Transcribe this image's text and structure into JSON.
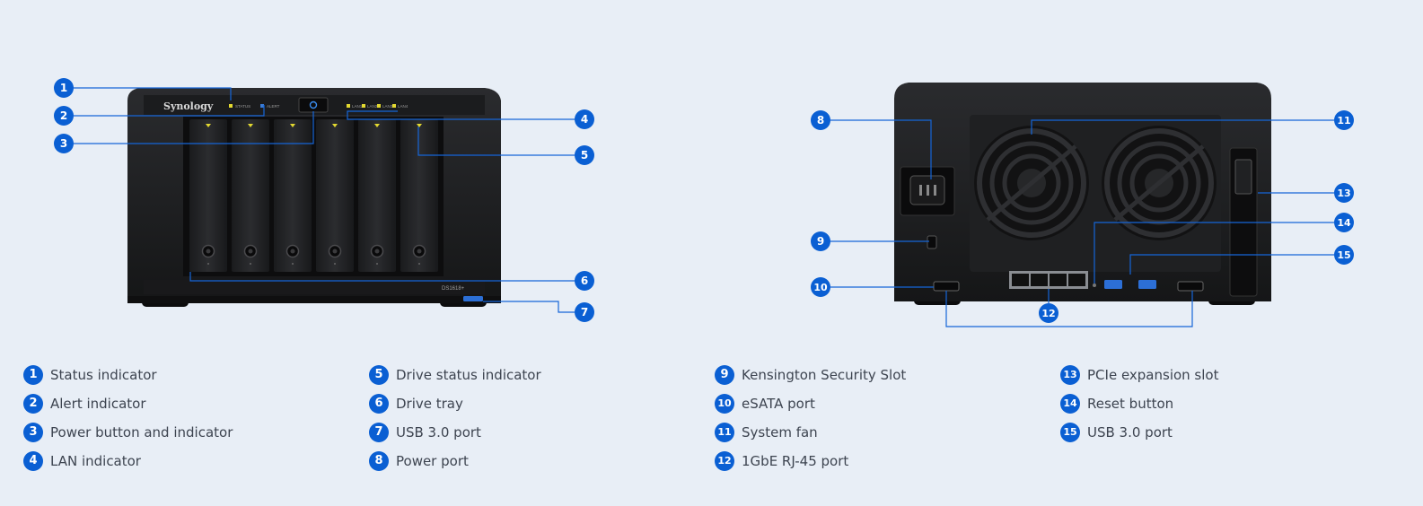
{
  "front": {
    "brand": "Synology",
    "model": "DS1618+",
    "status_led": "STATUS",
    "alert_led": "ALERT",
    "lan_leds": [
      "LAN1",
      "LAN2",
      "LAN3",
      "LAN4"
    ]
  },
  "callouts": [
    {
      "number": "1",
      "label": "Status indicator"
    },
    {
      "number": "2",
      "label": "Alert indicator"
    },
    {
      "number": "3",
      "label": "Power button and indicator"
    },
    {
      "number": "4",
      "label": "LAN indicator"
    },
    {
      "number": "5",
      "label": "Drive status indicator"
    },
    {
      "number": "6",
      "label": "Drive tray"
    },
    {
      "number": "7",
      "label": "USB 3.0 port"
    },
    {
      "number": "8",
      "label": "Power port"
    },
    {
      "number": "9",
      "label": "Kensington Security Slot"
    },
    {
      "number": "10",
      "label": "eSATA port"
    },
    {
      "number": "11",
      "label": "System fan"
    },
    {
      "number": "12",
      "label": "1GbE RJ-45 port"
    },
    {
      "number": "13",
      "label": "PCIe expansion slot"
    },
    {
      "number": "14",
      "label": "Reset button"
    },
    {
      "number": "15",
      "label": "USB 3.0 port"
    }
  ],
  "colors": {
    "accent": "#0a5fd3",
    "device": "#1c1d1f",
    "led": "#e3d930"
  }
}
